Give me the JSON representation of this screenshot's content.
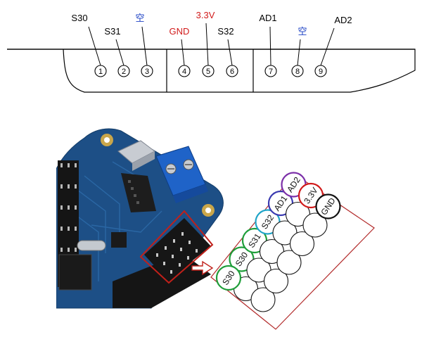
{
  "connector": {
    "pins": [
      {
        "num": "1",
        "label": "S30",
        "color": "#000000"
      },
      {
        "num": "2",
        "label": "S31",
        "color": "#000000"
      },
      {
        "num": "3",
        "label": "空",
        "color": "#1a3fc4"
      },
      {
        "num": "4",
        "label": "GND",
        "color": "#d11a1a"
      },
      {
        "num": "5",
        "label": "3.3V",
        "color": "#d11a1a"
      },
      {
        "num": "6",
        "label": "S32",
        "color": "#000000"
      },
      {
        "num": "7",
        "label": "AD1",
        "color": "#000000"
      },
      {
        "num": "8",
        "label": "空",
        "color": "#1a3fc4"
      },
      {
        "num": "9",
        "label": "AD2",
        "color": "#000000"
      }
    ]
  },
  "header_map": {
    "labeled": [
      {
        "label": "AD2",
        "color": "#7b2fa8"
      },
      {
        "label": "AD1",
        "color": "#3a3ab0"
      },
      {
        "label": "3.3V",
        "color": "#d11a1a"
      },
      {
        "label": "S32",
        "color": "#1fa4c7"
      },
      {
        "label": "GND",
        "color": "#111111"
      },
      {
        "label": "S31",
        "color": "#1f9e3a"
      },
      {
        "label": "S30",
        "color": "#1f9e3a"
      }
    ]
  },
  "colors": {
    "board": "#1d4f86",
    "terminal_block": "#1f63c8",
    "highlight": "#c0201a",
    "arrow": "#c0201a"
  }
}
